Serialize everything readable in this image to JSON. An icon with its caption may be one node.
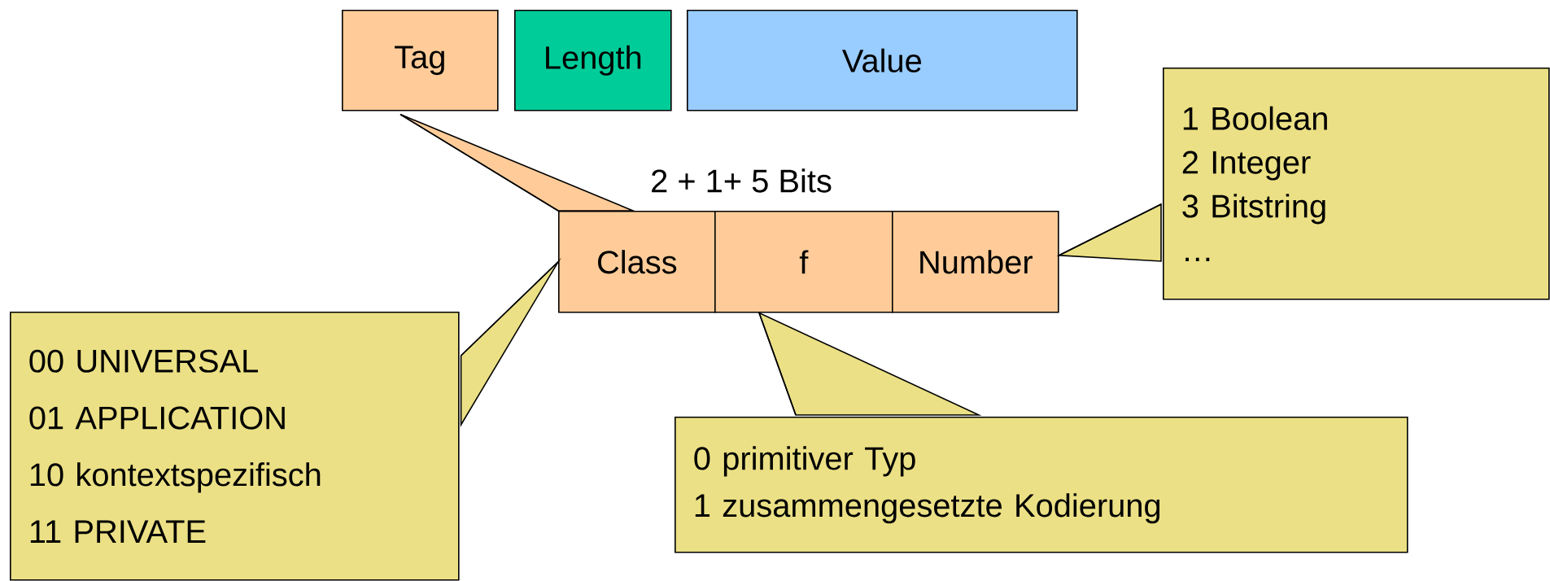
{
  "diagram": {
    "nodes": [
      {
        "text": [
          "Tag"
        ]
      },
      {
        "text": [
          "Length"
        ]
      },
      {
        "text": [
          "Value"
        ]
      },
      {
        "text": [
          "Class"
        ]
      },
      {
        "text": [
          "f"
        ]
      },
      {
        "text": [
          "Number"
        ]
      },
      {
        "text": [
          "00 UNIVERSAL",
          "01 APPLICATION",
          "10 kontextspezifisch",
          "11 PRIVATE"
        ]
      },
      {
        "text": [
          "0 primitiver Typ",
          "1 zusammengesetzte Kodierung"
        ]
      },
      {
        "text": [
          "1 Boolean",
          "2 Integer",
          "3 Bitstring",
          "…"
        ]
      }
    ],
    "edges": [
      {
        "from": 0,
        "to": 3,
        "arrow": "none"
      },
      {
        "from": 6,
        "to": 3,
        "arrow": "none"
      },
      {
        "from": 7,
        "to": 4,
        "arrow": "none"
      },
      {
        "from": 8,
        "to": 5,
        "arrow": "none"
      }
    ],
    "labels": [
      "2 + 1+ 5 Bits"
    ]
  }
}
